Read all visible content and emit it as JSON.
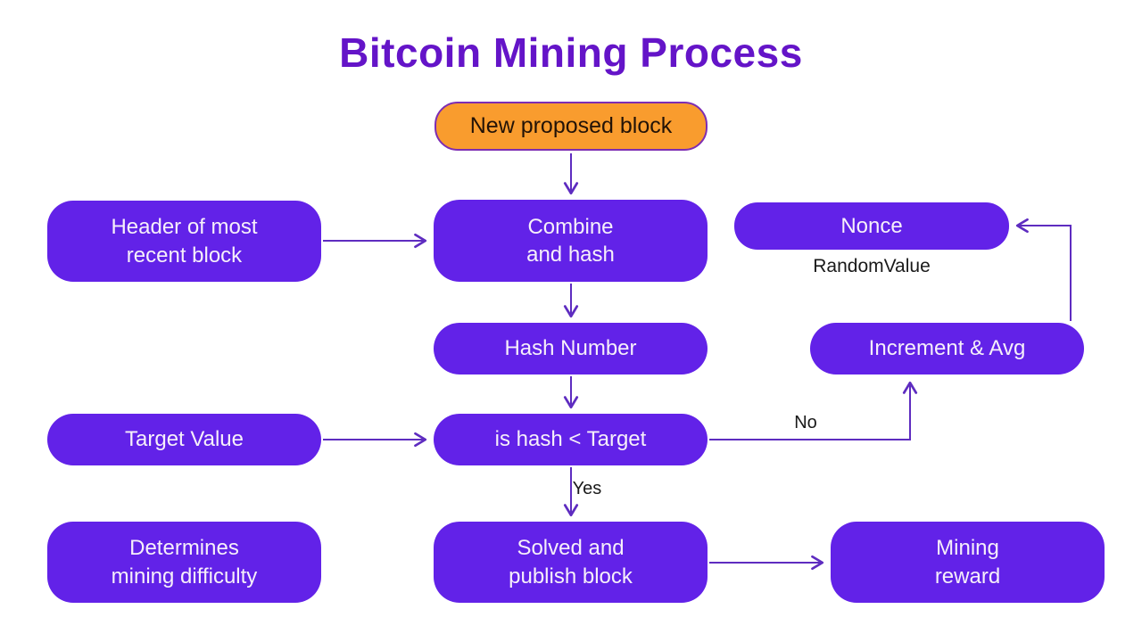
{
  "title": "Bitcoin Mining Process",
  "diagram": {
    "type": "flowchart",
    "nodes": {
      "new_block": "New proposed block",
      "header": "Header of most\nrecent block",
      "combine": "Combine\nand hash",
      "nonce": "Nonce",
      "random_value": "RandomValue",
      "hash_number": "Hash Number",
      "increment": "Increment & Avg",
      "target_value": "Target Value",
      "is_hash_target": "is hash < Target",
      "determines": "Determines\nmining difficulty",
      "solved": "Solved and\npublish block",
      "reward": "Mining\nreward"
    },
    "edge_labels": {
      "no": "No",
      "yes": "Yes"
    },
    "edges": [
      "new_block -> combine",
      "header -> combine",
      "combine -> hash_number",
      "hash_number -> is_hash_target",
      "target_value -> is_hash_target",
      "is_hash_target -(No)-> increment",
      "increment -> nonce",
      "is_hash_target -(Yes)-> solved",
      "solved -> reward"
    ],
    "colors": {
      "title": "#6414C8",
      "node_fill": "#6222E8",
      "node_text": "#F6EFFA",
      "arrow": "#5E2CC0",
      "start_fill": "#F99C2E",
      "start_border": "#7D2DB3",
      "start_text": "#231307",
      "label_text": "#1A1A1A",
      "background": "#FFFFFF"
    }
  }
}
